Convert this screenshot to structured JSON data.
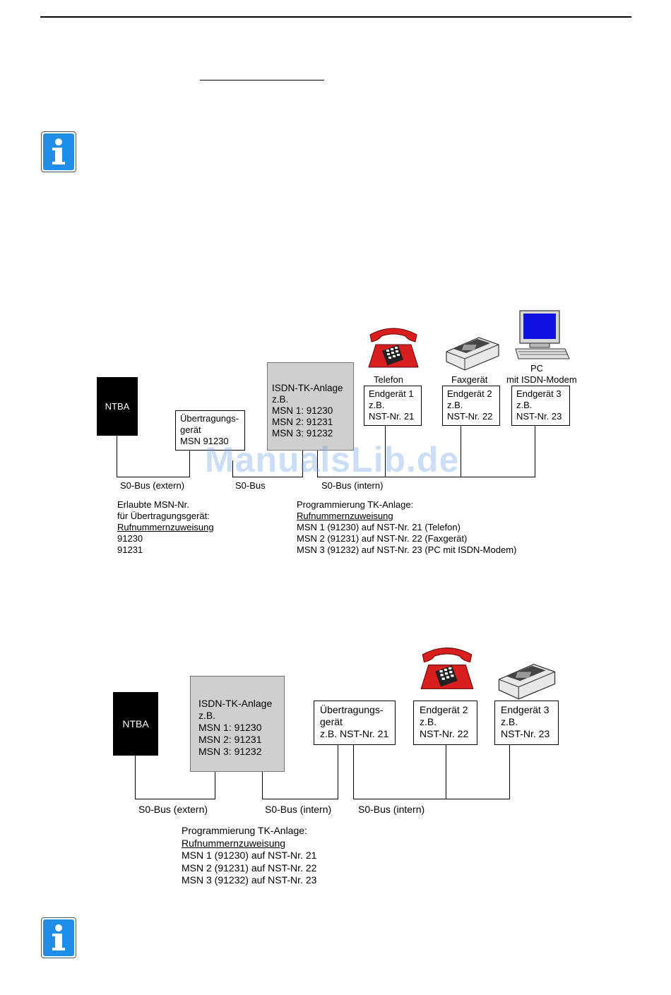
{
  "diagram1": {
    "ntba": "NTBA",
    "uebertragung": [
      "Übertragungs-",
      "gerät",
      "MSN 91230"
    ],
    "tk_anlage": [
      "ISDN-TK-Anlage",
      "z.B.",
      "MSN 1: 91230",
      "MSN 2: 91231",
      "MSN 3: 91232"
    ],
    "devices": [
      {
        "caption": "Telefon",
        "lines": [
          "Endgerät 1",
          "z.B.",
          "NST-Nr. 21"
        ]
      },
      {
        "caption": "Faxgerät",
        "lines": [
          "Endgerät 2",
          "z.B.",
          "NST-Nr. 22"
        ]
      },
      {
        "caption_lines": [
          "PC",
          "mit ISDN-Modem"
        ],
        "lines": [
          "Endgerät 3",
          "z.B.",
          "NST-Nr. 23"
        ]
      }
    ],
    "bus_labels": [
      "S0-Bus (extern)",
      "S0-Bus",
      "S0-Bus (intern)"
    ],
    "left_note": [
      "Erlaubte MSN-Nr.",
      "für Übertragungsgerät:",
      "Rufnummernzuweisung",
      "91230",
      "91231"
    ],
    "right_note": [
      "Programmierung TK-Anlage:",
      "Rufnummernzuweisung",
      "MSN 1 (91230) auf NST-Nr. 21 (Telefon)",
      "MSN 2 (91231) auf NST-Nr. 22 (Faxgerät)",
      "MSN 3 (91232) auf NST-Nr. 23 (PC mit ISDN-Modem)"
    ]
  },
  "diagram2": {
    "ntba": "NTBA",
    "tk_anlage": [
      "ISDN-TK-Anlage",
      "z.B.",
      "MSN 1: 91230",
      "MSN 2: 91231",
      "MSN 3: 91232"
    ],
    "uebertragung": [
      "Übertragungs-",
      "gerät",
      "z.B. NST-Nr. 21"
    ],
    "devices": [
      {
        "lines": [
          "Endgerät 2",
          "z.B.",
          "NST-Nr. 22"
        ]
      },
      {
        "lines": [
          "Endgerät 3",
          "z.B.",
          "NST-Nr. 23"
        ]
      }
    ],
    "bus_labels": [
      "S0-Bus (extern)",
      "S0-Bus (intern)",
      "S0-Bus (intern)"
    ],
    "note": [
      "Programmierung TK-Anlage:",
      "Rufnummernzuweisung",
      "MSN 1 (91230) auf NST-Nr. 21",
      "MSN 2 (91231) auf NST-Nr. 22",
      "MSN 3 (91232) auf NST-Nr. 23"
    ]
  },
  "watermark": "ManualsLib.de",
  "colors": {
    "info_blue": "#1e8ee8",
    "phone_red": "#d81e1e",
    "screen_blue": "#1010e0",
    "tk_gray": "#cfcfcf"
  },
  "icons": [
    "info-icon",
    "telephone-icon",
    "fax-icon",
    "pc-icon"
  ]
}
